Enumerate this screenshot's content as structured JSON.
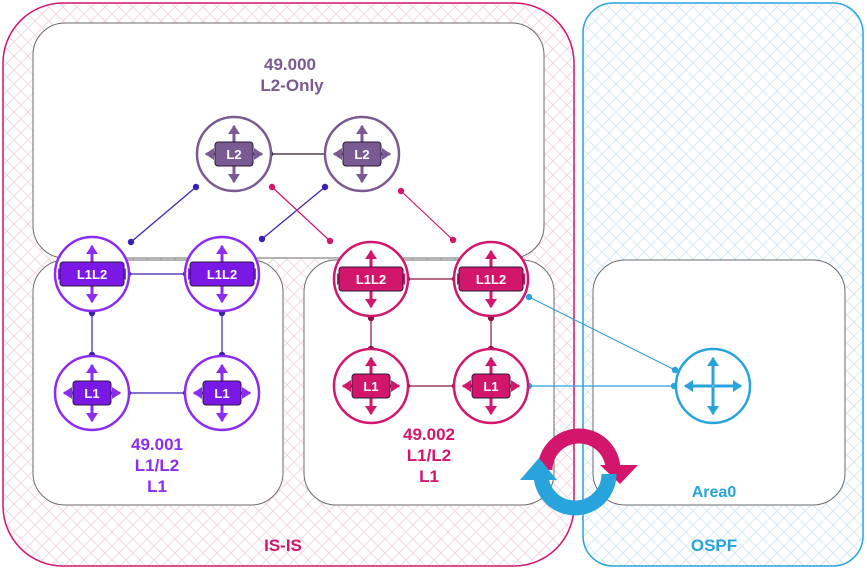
{
  "domains": {
    "isis": {
      "label": "IS-IS",
      "color": "#d1166b"
    },
    "ospf": {
      "label": "OSPF",
      "color": "#29a3dc"
    }
  },
  "areas": {
    "backbone": {
      "line1": "49.000",
      "line2": "L2-Only",
      "color": "#7a5a92"
    },
    "area1": {
      "line1": "49.001",
      "line2": "L1/L2",
      "line3": "L1",
      "color": "#8b2cf0"
    },
    "area2": {
      "line1": "49.002",
      "line2": "L1/L2",
      "line3": "L1",
      "color": "#d1166b"
    },
    "area0": {
      "label": "Area0",
      "color": "#29a3dc"
    }
  },
  "routers": {
    "r_l2_a": {
      "label": "L2"
    },
    "r_l2_b": {
      "label": "L2"
    },
    "r_a1_l1l2_a": {
      "label": "L1L2"
    },
    "r_a1_l1l2_b": {
      "label": "L1L2"
    },
    "r_a1_l1_a": {
      "label": "L1"
    },
    "r_a1_l1_b": {
      "label": "L1"
    },
    "r_a2_l1l2_a": {
      "label": "L1L2"
    },
    "r_a2_l1l2_b": {
      "label": "L1L2"
    },
    "r_a2_l1_a": {
      "label": "L1"
    },
    "r_a2_l1_b": {
      "label": "L1"
    },
    "r_ospf": {
      "label": ""
    }
  },
  "icons": {
    "router": "router-arrows-icon",
    "redistribution": "redistribution-arrows-icon"
  }
}
